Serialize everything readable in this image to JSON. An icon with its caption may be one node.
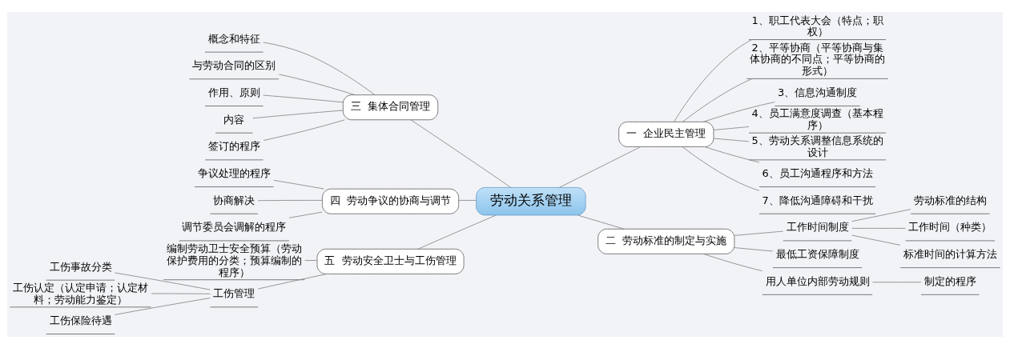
{
  "diagram": {
    "nodes": [
      {
        "text": [
          "劳动关系管理"
        ]
      },
      {
        "text": [
          "一  企业民主管理"
        ]
      },
      {
        "text": [
          "1、职工代表大会（特点；职权）"
        ]
      },
      {
        "text": [
          "2、平等协商（平等协商与集体协商的不同点；平等协商的形式）"
        ]
      },
      {
        "text": [
          "3、信息沟通制度"
        ]
      },
      {
        "text": [
          "4、员工满意度调查（基本程序）"
        ]
      },
      {
        "text": [
          "5、劳动关系调整信息系统的设计"
        ]
      },
      {
        "text": [
          "6、员工沟通程序和方法"
        ]
      },
      {
        "text": [
          "7、降低沟通障碍和干扰"
        ]
      },
      {
        "text": [
          "二  劳动标准的制定与实施"
        ]
      },
      {
        "text": [
          "工作时间制度"
        ]
      },
      {
        "text": [
          "劳动标准的结构"
        ]
      },
      {
        "text": [
          "工作时间（种类）"
        ]
      },
      {
        "text": [
          "标准时间的计算方法"
        ]
      },
      {
        "text": [
          "最低工资保障制度"
        ]
      },
      {
        "text": [
          "用人单位内部劳动规则"
        ]
      },
      {
        "text": [
          "制定的程序"
        ]
      },
      {
        "text": [
          "三  集体合同管理"
        ]
      },
      {
        "text": [
          "概念和特征"
        ]
      },
      {
        "text": [
          "与劳动合同的区别"
        ]
      },
      {
        "text": [
          "作用、原则"
        ]
      },
      {
        "text": [
          "内容"
        ]
      },
      {
        "text": [
          "签订的程序"
        ]
      },
      {
        "text": [
          "四  劳动争议的协商与调节"
        ]
      },
      {
        "text": [
          "争议处理的程序"
        ]
      },
      {
        "text": [
          "协商解决"
        ]
      },
      {
        "text": [
          "调节委员会调解的程序"
        ]
      },
      {
        "text": [
          "五  劳动安全卫士与工伤管理"
        ]
      },
      {
        "text": [
          "编制劳动卫士安全预算（劳动保护费用的分类；预算编制的程序）"
        ]
      },
      {
        "text": [
          "工伤管理"
        ]
      },
      {
        "text": [
          "工伤事故分类"
        ]
      },
      {
        "text": [
          "工伤认定（认定申请；认定材料；劳动能力鉴定）"
        ]
      },
      {
        "text": [
          "工伤保险待遇"
        ]
      }
    ],
    "edges": [
      {
        "from": 0,
        "to": 1,
        "arrow": "none"
      },
      {
        "from": 1,
        "to": 2,
        "arrow": "none"
      },
      {
        "from": 1,
        "to": 3,
        "arrow": "none"
      },
      {
        "from": 1,
        "to": 4,
        "arrow": "none"
      },
      {
        "from": 1,
        "to": 5,
        "arrow": "none"
      },
      {
        "from": 1,
        "to": 6,
        "arrow": "none"
      },
      {
        "from": 1,
        "to": 7,
        "arrow": "none"
      },
      {
        "from": 1,
        "to": 8,
        "arrow": "none"
      },
      {
        "from": 0,
        "to": 9,
        "arrow": "none"
      },
      {
        "from": 9,
        "to": 10,
        "arrow": "none"
      },
      {
        "from": 10,
        "to": 11,
        "arrow": "none"
      },
      {
        "from": 10,
        "to": 12,
        "arrow": "none"
      },
      {
        "from": 10,
        "to": 13,
        "arrow": "none"
      },
      {
        "from": 9,
        "to": 14,
        "arrow": "none"
      },
      {
        "from": 9,
        "to": 15,
        "arrow": "none"
      },
      {
        "from": 15,
        "to": 16,
        "arrow": "none"
      },
      {
        "from": 0,
        "to": 17,
        "arrow": "none"
      },
      {
        "from": 17,
        "to": 18,
        "arrow": "none"
      },
      {
        "from": 17,
        "to": 19,
        "arrow": "none"
      },
      {
        "from": 17,
        "to": 20,
        "arrow": "none"
      },
      {
        "from": 17,
        "to": 21,
        "arrow": "none"
      },
      {
        "from": 17,
        "to": 22,
        "arrow": "none"
      },
      {
        "from": 0,
        "to": 23,
        "arrow": "none"
      },
      {
        "from": 23,
        "to": 24,
        "arrow": "none"
      },
      {
        "from": 23,
        "to": 25,
        "arrow": "none"
      },
      {
        "from": 23,
        "to": 26,
        "arrow": "none"
      },
      {
        "from": 0,
        "to": 27,
        "arrow": "none"
      },
      {
        "from": 27,
        "to": 28,
        "arrow": "none"
      },
      {
        "from": 27,
        "to": 29,
        "arrow": "none"
      },
      {
        "from": 29,
        "to": 30,
        "arrow": "none"
      },
      {
        "from": 29,
        "to": 31,
        "arrow": "none"
      },
      {
        "from": 29,
        "to": 32,
        "arrow": "none"
      }
    ]
  }
}
